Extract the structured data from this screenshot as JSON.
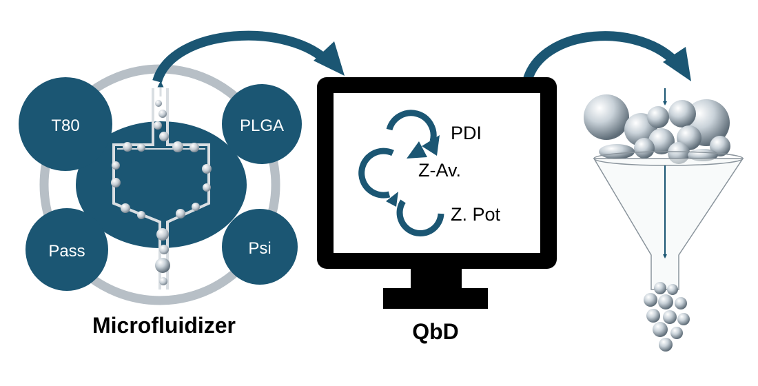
{
  "microfluidizer": {
    "title": "Microfluidizer",
    "nodes": [
      "T80",
      "PLGA",
      "Pass",
      "Psi"
    ]
  },
  "qbd": {
    "title": "QbD",
    "responses": [
      "PDI",
      "Z-Av.",
      "Z. Pot"
    ]
  },
  "colors": {
    "teal": "#1b5673",
    "ring": "#b7bfc6",
    "monitor": "#000000",
    "arrow": "#1b5673"
  }
}
